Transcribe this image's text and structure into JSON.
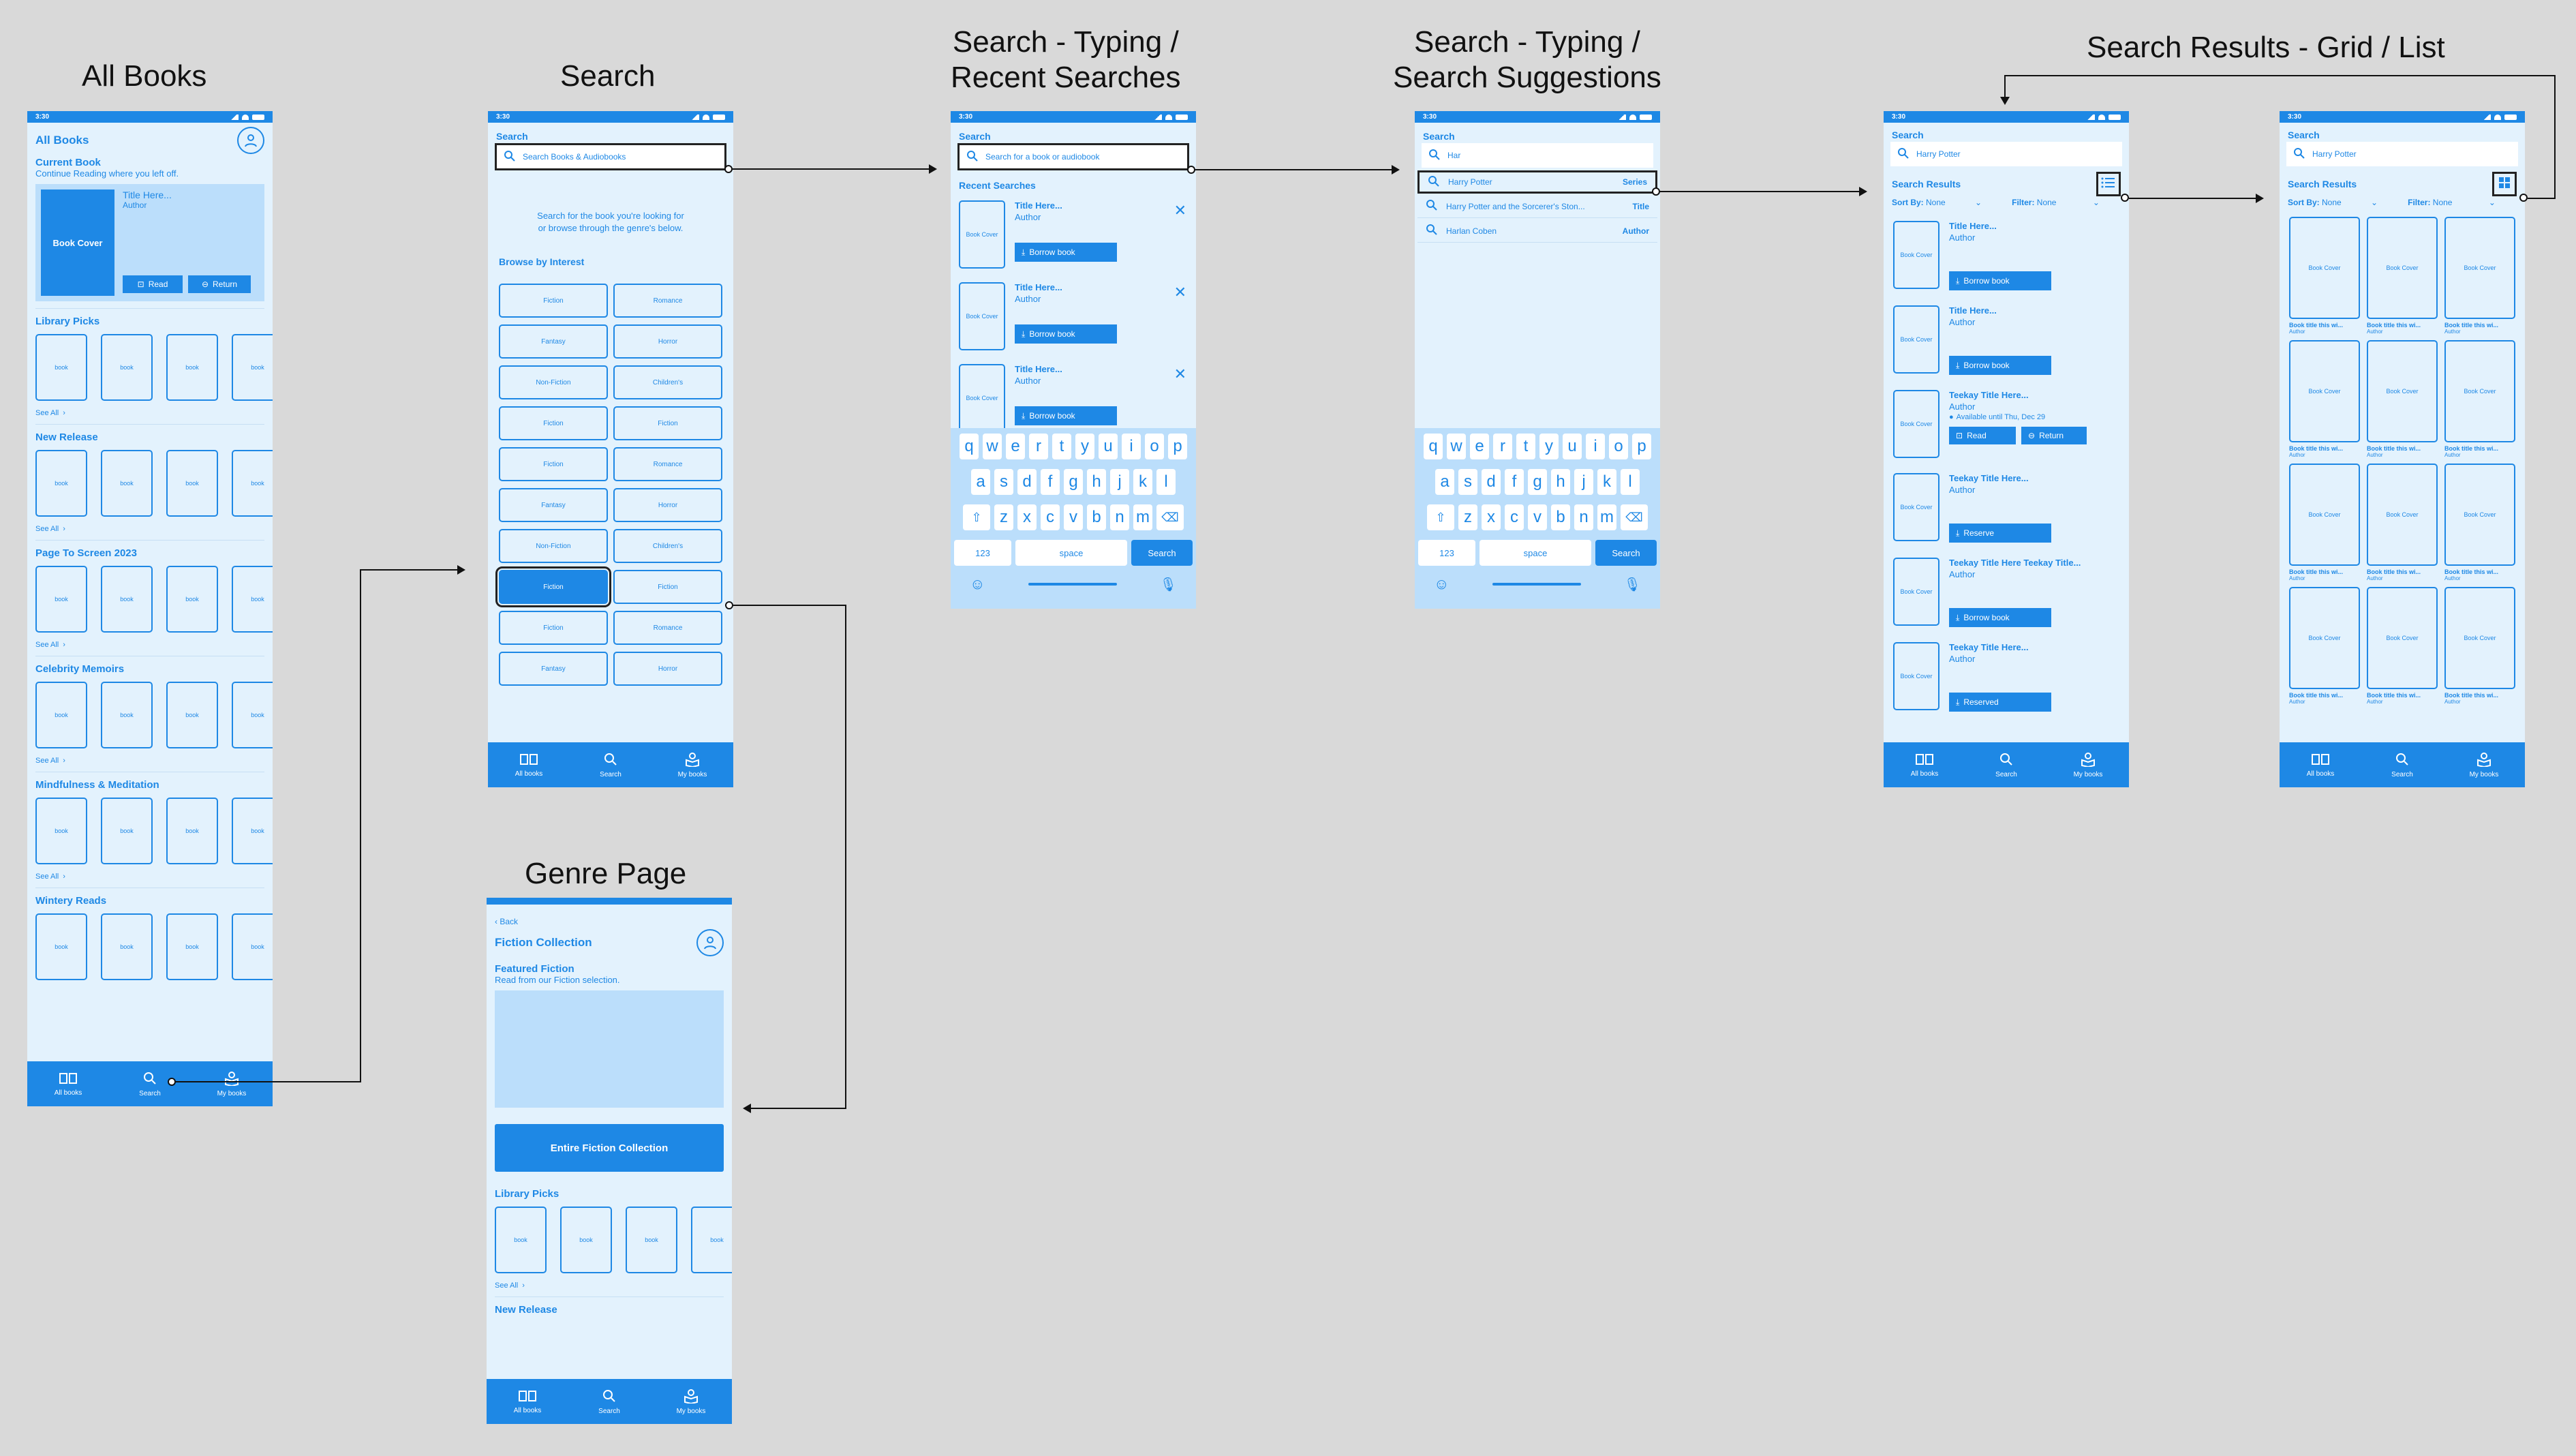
{
  "titles": {
    "all_books": "All Books",
    "search": "Search",
    "typing_recent_l1": "Search - Typing /",
    "typing_recent_l2": "Recent Searches",
    "typing_sugg_l1": "Search - Typing /",
    "typing_sugg_l2": "Search Suggestions",
    "results": "Search Results - Grid / List",
    "genre": "Genre Page"
  },
  "status": {
    "time": "3:30"
  },
  "tabs": {
    "all": "All books",
    "search": "Search",
    "my": "My books"
  },
  "all_books": {
    "heading": "All Books",
    "current_book": "Current Book",
    "continue": "Continue Reading where you left off.",
    "book_cover": "Book Cover",
    "title": "Title Here...",
    "author": "Author",
    "read": "Read",
    "return": "Return",
    "see_all": "See All",
    "book": "book",
    "sections": [
      "Library Picks",
      "New Release",
      "Page To Screen 2023",
      "Celebrity Memoirs",
      "Mindfulness & Meditation",
      "Wintery Reads"
    ]
  },
  "search": {
    "heading": "Search",
    "placeholder": "Search Books  & Audiobooks",
    "hint_l1": "Search for the book you're looking for",
    "hint_l2": "or browse through the genre's below.",
    "browse": "Browse by Interest",
    "genres": [
      "Fiction",
      "Romance",
      "Fantasy",
      "Horror",
      "Non-Fiction",
      "Children's",
      "Fiction",
      "Fiction",
      "Fiction",
      "Romance",
      "Fantasy",
      "Horror",
      "Non-Fiction",
      "Children's",
      "Fiction",
      "Fiction",
      "Fiction",
      "Romance",
      "Fantasy",
      "Horror"
    ]
  },
  "recent": {
    "heading": "Search",
    "placeholder": "Search for a book or audiobook",
    "recent_label": "Recent Searches",
    "title": "Title Here...",
    "author": "Author",
    "book_cover": "Book Cover",
    "borrow": "Borrow book"
  },
  "suggestions": {
    "heading": "Search",
    "query": "Har",
    "items": [
      {
        "text": "Harry Potter",
        "tag": "Series"
      },
      {
        "text": "Harry Potter and the Sorcerer's Ston...",
        "tag": "Title"
      },
      {
        "text": "Harlan Coben",
        "tag": "Author"
      }
    ]
  },
  "keyboard": {
    "row1": [
      "q",
      "w",
      "e",
      "r",
      "t",
      "y",
      "u",
      "i",
      "o",
      "p"
    ],
    "row2": [
      "a",
      "s",
      "d",
      "f",
      "g",
      "h",
      "j",
      "k",
      "l"
    ],
    "row3": [
      "z",
      "x",
      "c",
      "v",
      "b",
      "n",
      "m"
    ],
    "num": "123",
    "space": "space",
    "search": "Search"
  },
  "results_list": {
    "heading": "Search",
    "query": "Harry Potter",
    "label": "Search Results",
    "sort": "Sort By:",
    "sort_val": "None",
    "filter": "Filter:",
    "filter_val": "None",
    "book_cover": "Book Cover",
    "author": "Author",
    "available": "Available until Thu, Dec 29",
    "items": [
      {
        "title": "Title Here...",
        "btn": "Borrow book"
      },
      {
        "title": "Title Here...",
        "btn": "Borrow book"
      },
      {
        "title": "Teekay Title Here...",
        "btn": "Read",
        "btn2": "Return"
      },
      {
        "title": "Teekay Title Here...",
        "btn": "Reserve"
      },
      {
        "title": "Teekay Title Here Teekay Title...",
        "btn": "Borrow book"
      },
      {
        "title": "Teekay Title Here...",
        "btn": "Reserved"
      }
    ]
  },
  "results_grid": {
    "heading": "Search",
    "query": "Harry Potter",
    "label": "Search Results",
    "book_cover": "Book Cover",
    "book_title": "Book title this wi...",
    "author": "Author"
  },
  "genre_page": {
    "back": "Back",
    "heading": "Fiction Collection",
    "featured": "Featured Fiction",
    "featured_sub": "Read from our Fiction selection.",
    "cta": "Entire Fiction Collection",
    "library_picks": "Library Picks",
    "book": "book",
    "see_all": "See All",
    "new_release": "New Release"
  },
  "colors": {
    "accent": "#1e88e5",
    "bg": "#e3f2fd",
    "canvas": "#d9d9d9"
  }
}
